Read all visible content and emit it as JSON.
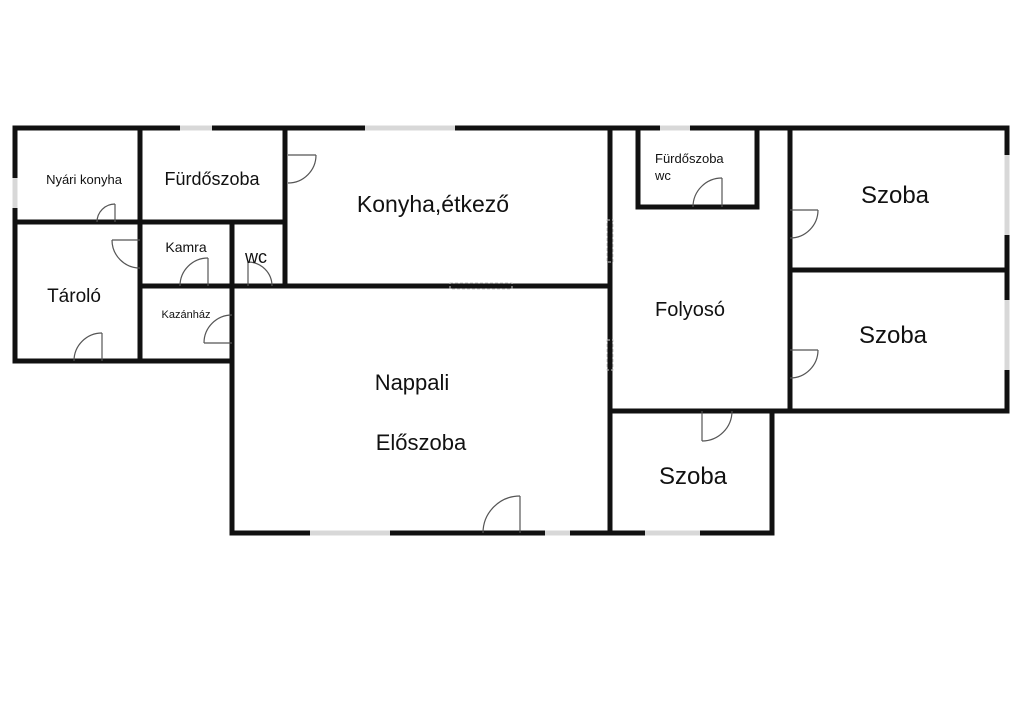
{
  "rooms": {
    "nyari_konyha": "Nyári konyha",
    "furdoszoba": "Fürdőszoba",
    "konyha_etkezo": "Konyha,étkező",
    "furdoszoba_wc_line1": "Fürdőszoba",
    "furdoszoba_wc_line2": "wc",
    "szoba_1": "Szoba",
    "taroló": "Tároló",
    "kamra": "Kamra",
    "wc": "wc",
    "kazanhaz": "Kazánház",
    "folyoso": "Folyosó",
    "szoba_2": "Szoba",
    "nappali": "Nappali",
    "eloszoba": "Előszoba",
    "szoba_3": "Szoba"
  },
  "colors": {
    "wall": "#111111",
    "window": "#d8d8d8",
    "background": "#ffffff"
  }
}
